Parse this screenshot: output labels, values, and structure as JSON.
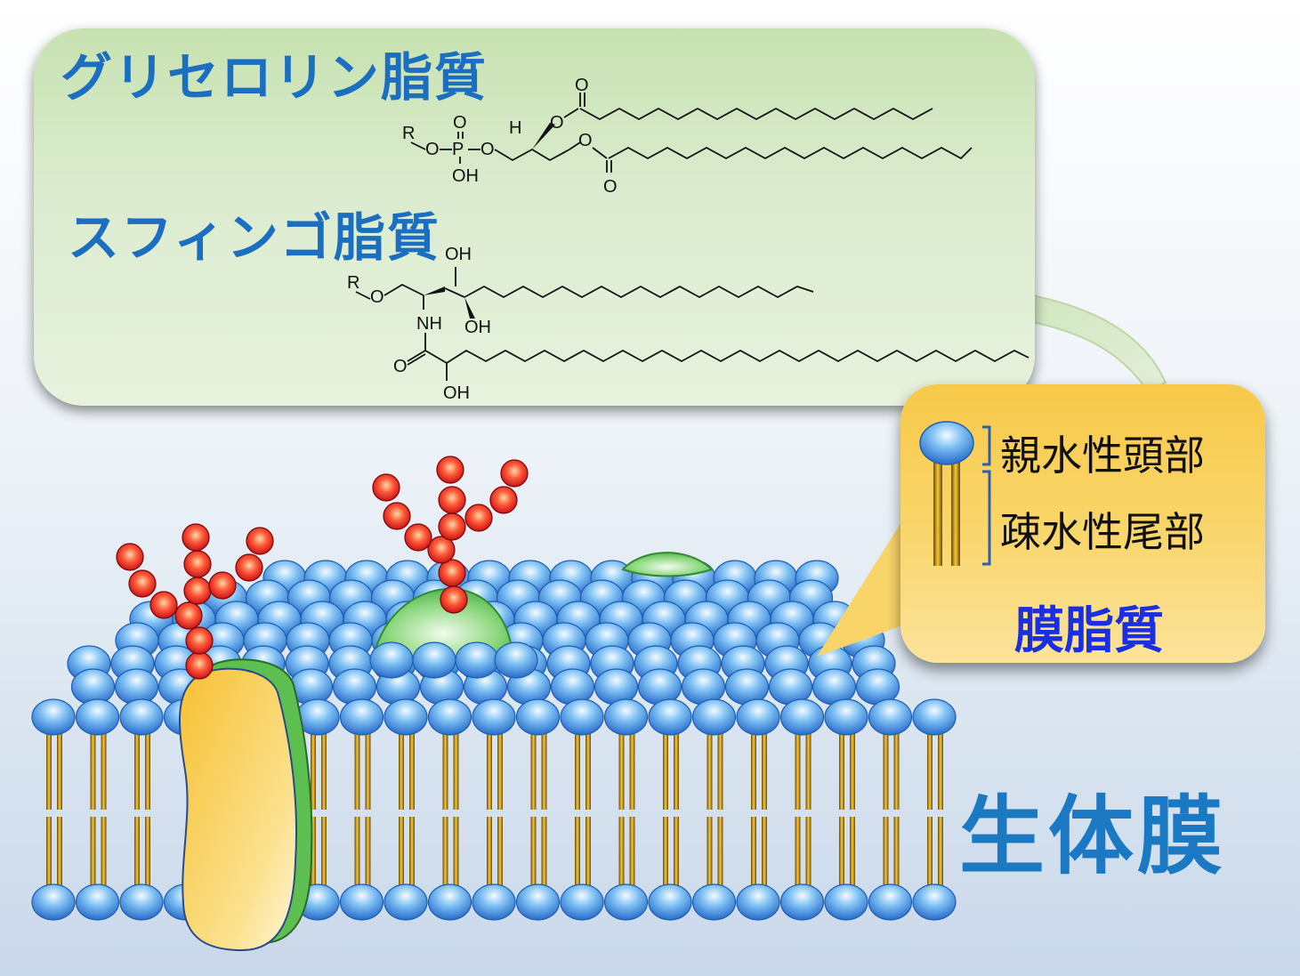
{
  "panel": {
    "glycerophospholipid_title": "グリセロリン脂質",
    "sphingolipid_title": "スフィンゴ脂質",
    "glycerophospholipid_atoms": {
      "r": "R",
      "o_ester_left": "O",
      "p": "P",
      "o_double_p": "O",
      "o_ester_right": "O",
      "oh_p": "OH",
      "h": "H",
      "o_chain1": "O",
      "o_carbonyl1": "O",
      "o_chain2": "O",
      "o_carbonyl2": "O"
    },
    "sphingolipid_atoms": {
      "r": "R",
      "o": "O",
      "oh_top": "OH",
      "nh": "NH",
      "oh_bottom": "OH",
      "o_amide": "O",
      "oh_alpha": "OH"
    }
  },
  "legend": {
    "head_label": "親水性頭部",
    "tail_label": "疎水性尾部",
    "title": "膜脂質"
  },
  "membrane_title": "生体膜",
  "colors": {
    "title_blue": "#1c6fc0",
    "legend_title_blue": "#1a2fe0",
    "membrane_title_blue": "#1b79c4",
    "panel_green": "#d4e8c2",
    "legend_yellow": "#f9d569",
    "head_blue": "#3f8fe6",
    "sugar_red": "#e01e1e",
    "tail_gold": "#a87a12",
    "protein_yellow": "#f6c032",
    "protein_green": "#5fc15a"
  },
  "icons": {
    "lipid_head": "blue-sphere-icon",
    "sugar": "red-sphere-icon",
    "bracket": "bracket-icon"
  }
}
